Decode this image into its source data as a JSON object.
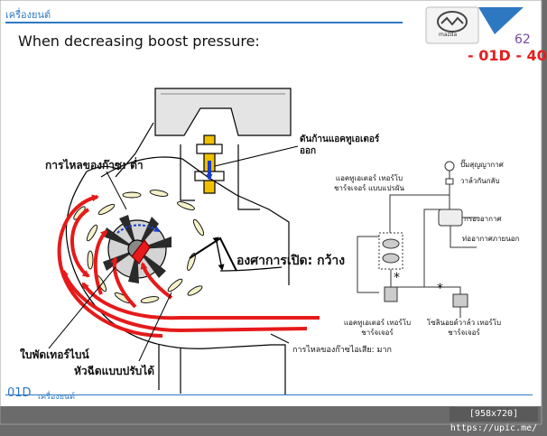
{
  "header": {
    "section_label": "เครื่องยนต์",
    "title": "When decreasing boost pressure:",
    "page_number": "62",
    "page_code": "- 01D - 40"
  },
  "logo": {
    "brand_text": "mazda"
  },
  "diagram_labels": {
    "actuator_rod_out": "ดันก้านแอคทูเอเตอร์ ออก",
    "gas_flow_low": "การไหลของก๊าซ: ต่ำ",
    "opening_angle_wide": "องศาการเปิด: กว้าง",
    "turbine_blade": "ใบพัดเทอร์ไบน์",
    "adjustable_nozzle": "หัวฉีดแบบปรับได้",
    "exhaust_flow_high": "การไหลของก๊าซไอเสีย: มาก"
  },
  "schematic_labels": {
    "vacuum_pump": "ปั๊มสุญญากาศ",
    "check_valve": "วาล์วกันกลับ",
    "variable_turbo_actuator": "แอคทูเอเตอร์ เทอร์โบชาร์จเจอร์ แบบแปรผัน",
    "air_filter": "กรองอากาศ",
    "air_discharge_pipe": "ท่ออากาศภายนอก",
    "turbo_actuator": "แอคทูเอเตอร์ เทอร์โบชาร์จเจอร์",
    "turbo_solenoid_valve": "โซลินอยด์วาล์ว เทอร์โบชาร์จเจอร์",
    "asterisk": "*"
  },
  "footer": {
    "code": "01D",
    "section": "เครื่องยนต์",
    "watermark": "[958x720] https://upic.me/"
  },
  "colors": {
    "accent_blue": "#2e78c2",
    "code_red": "#e41e1e",
    "page_purple": "#7a4a9a",
    "flow_red": "#e61a1a"
  }
}
